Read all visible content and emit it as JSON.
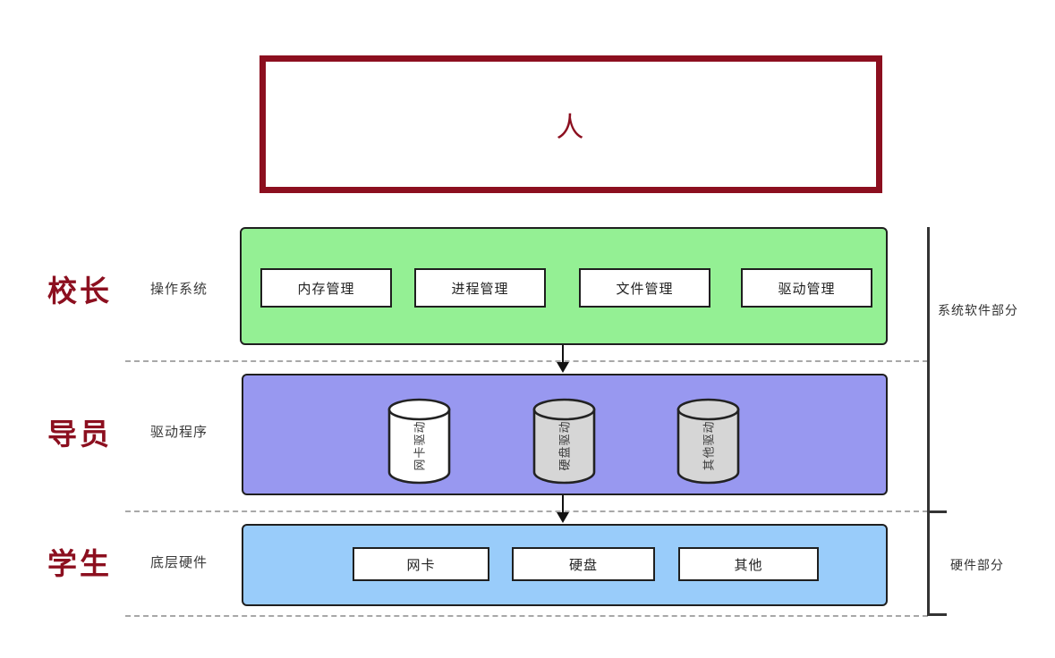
{
  "palette": {
    "maroon": "#8C0F1F",
    "os_green": "#94F094",
    "driver_purple": "#9898F0",
    "hardware_blue": "#99CCFA",
    "cylinder_gray": "#D6D6D6",
    "border_dark": "#1F1F1F",
    "dashed_gray": "#A8A8A8"
  },
  "top_box": {
    "label": "人"
  },
  "rows": [
    {
      "role_label": "校长",
      "layer_label": "操作系统",
      "modules": [
        "内存管理",
        "进程管理",
        "文件管理",
        "驱动管理"
      ]
    },
    {
      "role_label": "导员",
      "layer_label": "驱动程序",
      "cylinders": [
        {
          "label": "网卡驱动",
          "fill": "white"
        },
        {
          "label": "硬盘驱动",
          "fill": "gray"
        },
        {
          "label": "其他驱动",
          "fill": "gray"
        }
      ]
    },
    {
      "role_label": "学生",
      "layer_label": "底层硬件",
      "modules": [
        "网卡",
        "硬盘",
        "其他"
      ]
    }
  ],
  "brackets": {
    "software_label": "系统软件部分",
    "hardware_label": "硬件部分"
  }
}
